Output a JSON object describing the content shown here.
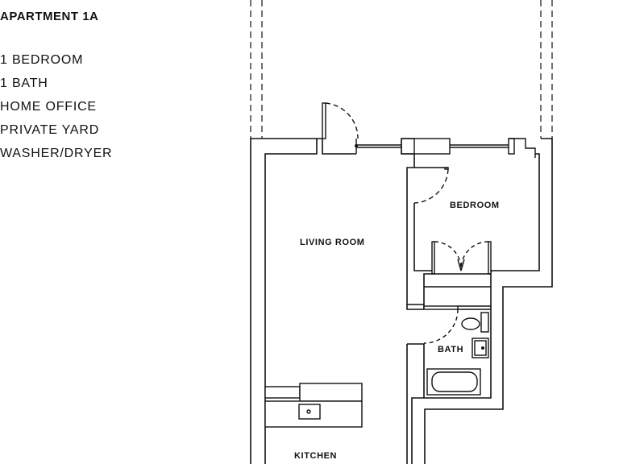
{
  "unit": {
    "title": "APARTMENT 1A",
    "features": [
      "1 BEDROOM",
      "1 BATH",
      "HOME OFFICE",
      "PRIVATE YARD",
      "WASHER/DRYER"
    ]
  },
  "rooms": {
    "living_room": "LIVING ROOM",
    "bedroom": "BEDROOM",
    "bath": "BATH",
    "kitchen": "KITCHEN"
  }
}
